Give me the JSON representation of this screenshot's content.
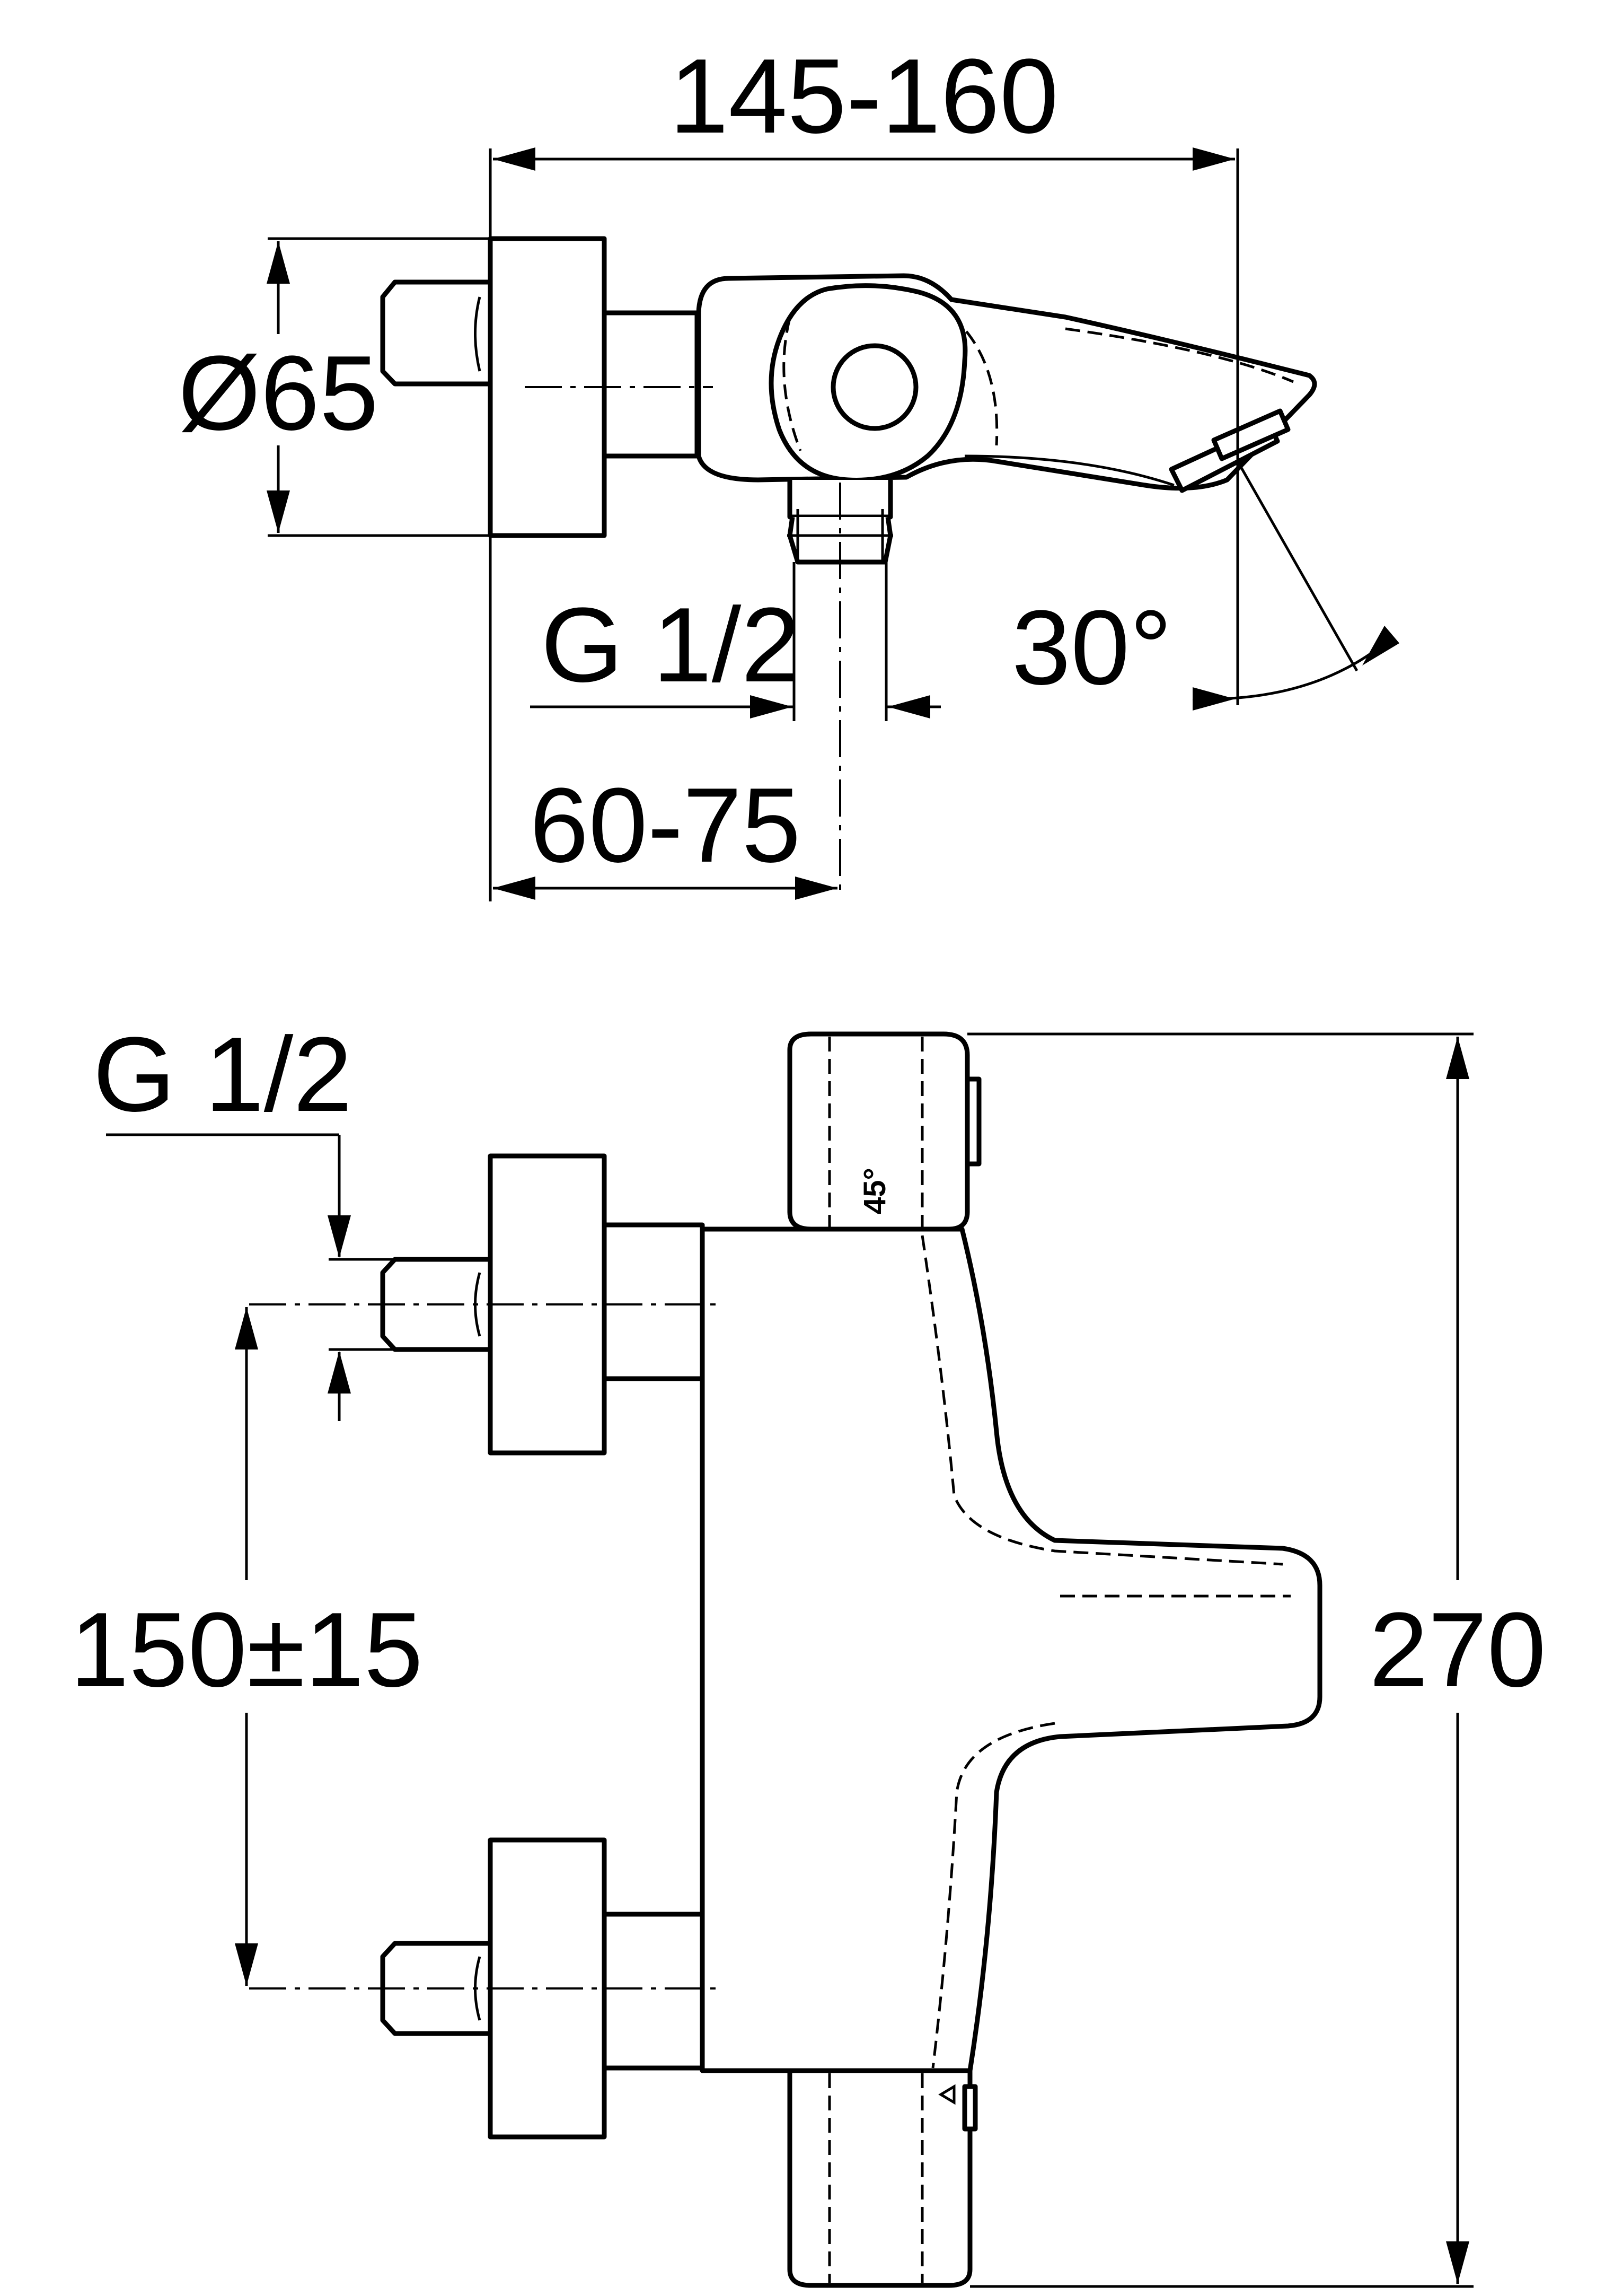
{
  "side_view": {
    "dim_overall_width": "145-160",
    "dim_diameter": "Ø65",
    "dim_outlet_thread": "G 1/2",
    "dim_spout_angle": "30°",
    "dim_projection": "60-75"
  },
  "front_view": {
    "dim_inlet_thread": "G 1/2",
    "dim_inlet_spacing": "150±15",
    "dim_overall_height": "270",
    "handle_mark": "45°"
  },
  "colors": {
    "line": "#000000",
    "background": "#ffffff"
  }
}
